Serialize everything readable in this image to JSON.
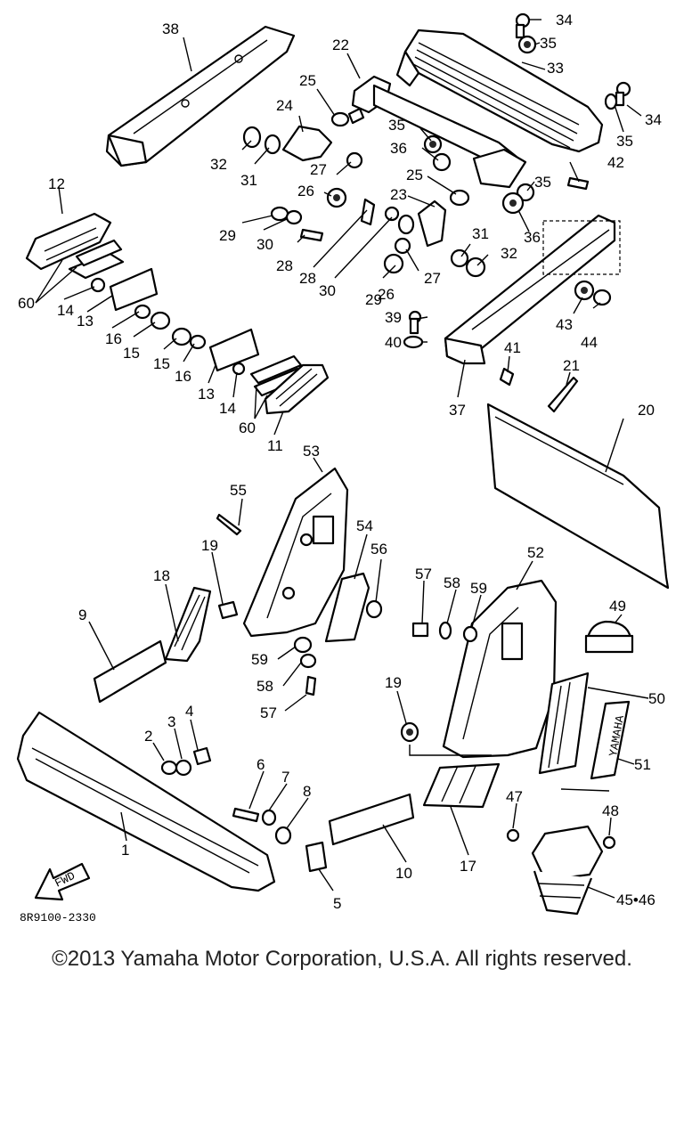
{
  "diagram": {
    "code": "8R9100-2330",
    "arrow_label": "FWD",
    "decal_text": "YAMAHA",
    "callouts": [
      {
        "id": "c38",
        "text": "38"
      },
      {
        "id": "c22",
        "text": "22"
      },
      {
        "id": "c34a",
        "text": "34"
      },
      {
        "id": "c35a",
        "text": "35"
      },
      {
        "id": "c33",
        "text": "33"
      },
      {
        "id": "c34b",
        "text": "34"
      },
      {
        "id": "c35b",
        "text": "35"
      },
      {
        "id": "c25a",
        "text": "25"
      },
      {
        "id": "c24",
        "text": "24"
      },
      {
        "id": "c32a",
        "text": "32"
      },
      {
        "id": "c31a",
        "text": "31"
      },
      {
        "id": "c35c",
        "text": "35"
      },
      {
        "id": "c36a",
        "text": "36"
      },
      {
        "id": "c42",
        "text": "42"
      },
      {
        "id": "c27a",
        "text": "27"
      },
      {
        "id": "c26a",
        "text": "26"
      },
      {
        "id": "c25b",
        "text": "25"
      },
      {
        "id": "c35d",
        "text": "35"
      },
      {
        "id": "c12",
        "text": "12"
      },
      {
        "id": "c29a",
        "text": "29"
      },
      {
        "id": "c30a",
        "text": "30"
      },
      {
        "id": "c28a",
        "text": "28"
      },
      {
        "id": "c28b",
        "text": "28"
      },
      {
        "id": "c23",
        "text": "23"
      },
      {
        "id": "c36b",
        "text": "36"
      },
      {
        "id": "c31b",
        "text": "31"
      },
      {
        "id": "c32b",
        "text": "32"
      },
      {
        "id": "c27b",
        "text": "27"
      },
      {
        "id": "c30b",
        "text": "30"
      },
      {
        "id": "c29b",
        "text": "29"
      },
      {
        "id": "c26b",
        "text": "26"
      },
      {
        "id": "c60a",
        "text": "60"
      },
      {
        "id": "c14a",
        "text": "14"
      },
      {
        "id": "c13a",
        "text": "13"
      },
      {
        "id": "c16a",
        "text": "16"
      },
      {
        "id": "c15a",
        "text": "15"
      },
      {
        "id": "c15b",
        "text": "15"
      },
      {
        "id": "c16b",
        "text": "16"
      },
      {
        "id": "c13b",
        "text": "13"
      },
      {
        "id": "c14b",
        "text": "14"
      },
      {
        "id": "c60b",
        "text": "60"
      },
      {
        "id": "c11",
        "text": "11"
      },
      {
        "id": "c39",
        "text": "39"
      },
      {
        "id": "c40",
        "text": "40"
      },
      {
        "id": "c43",
        "text": "43"
      },
      {
        "id": "c44",
        "text": "44"
      },
      {
        "id": "c41",
        "text": "41"
      },
      {
        "id": "c21",
        "text": "21"
      },
      {
        "id": "c37",
        "text": "37"
      },
      {
        "id": "c20",
        "text": "20"
      },
      {
        "id": "c53",
        "text": "53"
      },
      {
        "id": "c55",
        "text": "55"
      },
      {
        "id": "c54",
        "text": "54"
      },
      {
        "id": "c56",
        "text": "56"
      },
      {
        "id": "c19a",
        "text": "19"
      },
      {
        "id": "c18",
        "text": "18"
      },
      {
        "id": "c9",
        "text": "9"
      },
      {
        "id": "c59a",
        "text": "59"
      },
      {
        "id": "c58a",
        "text": "58"
      },
      {
        "id": "c57a",
        "text": "57"
      },
      {
        "id": "c52",
        "text": "52"
      },
      {
        "id": "c57b",
        "text": "57"
      },
      {
        "id": "c58b",
        "text": "58"
      },
      {
        "id": "c59b",
        "text": "59"
      },
      {
        "id": "c49",
        "text": "49"
      },
      {
        "id": "c50",
        "text": "50"
      },
      {
        "id": "c51",
        "text": "51"
      },
      {
        "id": "c19b",
        "text": "19"
      },
      {
        "id": "c2",
        "text": "2"
      },
      {
        "id": "c3",
        "text": "3"
      },
      {
        "id": "c4",
        "text": "4"
      },
      {
        "id": "c6",
        "text": "6"
      },
      {
        "id": "c7",
        "text": "7"
      },
      {
        "id": "c8",
        "text": "8"
      },
      {
        "id": "c1",
        "text": "1"
      },
      {
        "id": "c5",
        "text": "5"
      },
      {
        "id": "c10",
        "text": "10"
      },
      {
        "id": "c17",
        "text": "17"
      },
      {
        "id": "c47",
        "text": "47"
      },
      {
        "id": "c48",
        "text": "48"
      },
      {
        "id": "c4546",
        "text": "45•46"
      }
    ]
  },
  "footer": {
    "copyright": "©2013 Yamaha Motor Corporation, U.S.A. All rights reserved."
  }
}
